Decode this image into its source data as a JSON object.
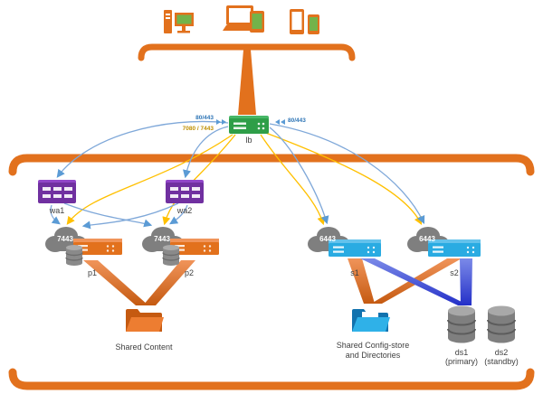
{
  "diagram": {
    "clients": {
      "desktop_icon": "desktop-workstation",
      "laptop_icon": "laptop-and-tablet",
      "mobile_icon": "smartphones"
    },
    "lb": {
      "label": "lb",
      "port_left_web": "80/443",
      "port_left_app": "7080 / 7443",
      "port_right_web": "80/443"
    },
    "web_adaptors": [
      {
        "label": "wa1"
      },
      {
        "label": "wa2"
      }
    ],
    "portal_machines": [
      {
        "label": "p1",
        "port": "7443"
      },
      {
        "label": "p2",
        "port": "7443"
      }
    ],
    "server_machines": [
      {
        "label": "s1",
        "port": "6443"
      },
      {
        "label": "s2",
        "port": "6443"
      }
    ],
    "storage": {
      "shared_content": {
        "label": "Shared Content"
      },
      "config_store": {
        "line1": "Shared Config-store",
        "line2": "and Directories"
      },
      "ds1": {
        "line1": "ds1",
        "line2": "(primary)"
      },
      "ds2": {
        "line1": "ds2",
        "line2": "(standby)"
      }
    },
    "colors": {
      "orange": "#E2711D",
      "orange_dark": "#C55A11",
      "orange_light": "#ED7D31",
      "green": "#2E9E48",
      "purple": "#7030A0",
      "cyan": "#29ABE2",
      "cloud_gray": "#7F7F7F",
      "arrow_blue": "#5B9BD5",
      "arrow_yellow": "#FFC000",
      "beam_blue": "#2430C8",
      "screen_green": "#73B34A"
    }
  }
}
